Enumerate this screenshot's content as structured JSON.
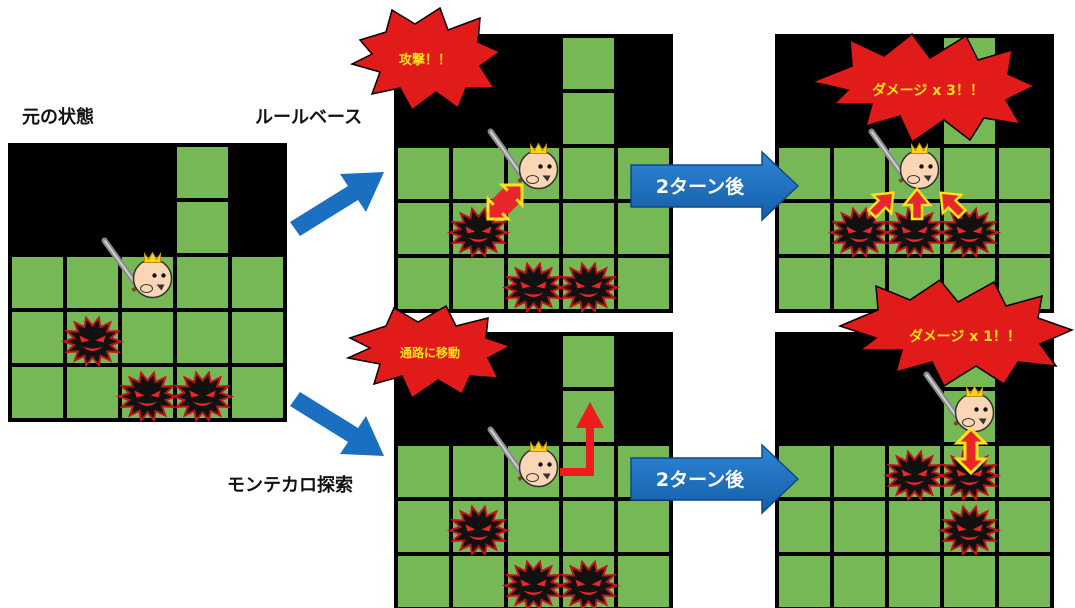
{
  "labels": {
    "original": "元の状態",
    "rule_based": "ルールベース",
    "monte_carlo": "モンテカロ探索"
  },
  "arrow_labels": {
    "turns_top": "2ターン後",
    "turns_bottom": "2ターン後"
  },
  "bursts": {
    "attack": "攻撃！！",
    "move": "通路に移動",
    "damage3": "ダメージ x 3！！",
    "damage1": "ダメージ x 1！！"
  },
  "colors": {
    "floor": "#76b855",
    "wall": "#000000",
    "grid_line": "#000000",
    "arrow_blue": "#1b6fc0",
    "burst_red": "#e11a1a",
    "highlight_yellow": "#ffe21a",
    "highlight_red": "#e8262b"
  },
  "boards": [
    {
      "id": "board-original",
      "rows": [
        "WWWFW",
        "WWWFW",
        "FFFFF",
        "FFFFF",
        "FFFFF"
      ],
      "hero": {
        "row": 2,
        "col": 2
      },
      "enemies": [
        {
          "row": 3,
          "col": 1
        },
        {
          "row": 4,
          "col": 2
        },
        {
          "row": 4,
          "col": 3
        }
      ]
    },
    {
      "id": "board-rule-before",
      "rows": [
        "WWWFW",
        "WWWFW",
        "FFFFF",
        "FFFFF",
        "FFFFF"
      ],
      "hero": {
        "row": 2,
        "col": 2
      },
      "enemies": [
        {
          "row": 3,
          "col": 1
        },
        {
          "row": 4,
          "col": 2
        },
        {
          "row": 4,
          "col": 3
        }
      ]
    },
    {
      "id": "board-rule-after",
      "rows": [
        "WWWFW",
        "WWWFW",
        "FFFFF",
        "FFFFF",
        "FFFFF"
      ],
      "hero": {
        "row": 2,
        "col": 2
      },
      "enemies": [
        {
          "row": 3,
          "col": 1
        },
        {
          "row": 3,
          "col": 2
        },
        {
          "row": 3,
          "col": 3
        }
      ]
    },
    {
      "id": "board-mc-before",
      "rows": [
        "WWWFW",
        "WWWFW",
        "FFFFF",
        "FFFFF",
        "FFFFF"
      ],
      "hero": {
        "row": 2,
        "col": 2
      },
      "enemies": [
        {
          "row": 3,
          "col": 1
        },
        {
          "row": 4,
          "col": 2
        },
        {
          "row": 4,
          "col": 3
        }
      ]
    },
    {
      "id": "board-mc-after",
      "rows": [
        "WWWFW",
        "WWWFW",
        "FFFFF",
        "FFFFF",
        "FFFFF"
      ],
      "hero": {
        "row": 1,
        "col": 3
      },
      "enemies": [
        {
          "row": 2,
          "col": 2
        },
        {
          "row": 2,
          "col": 3
        },
        {
          "row": 3,
          "col": 3
        }
      ]
    }
  ]
}
